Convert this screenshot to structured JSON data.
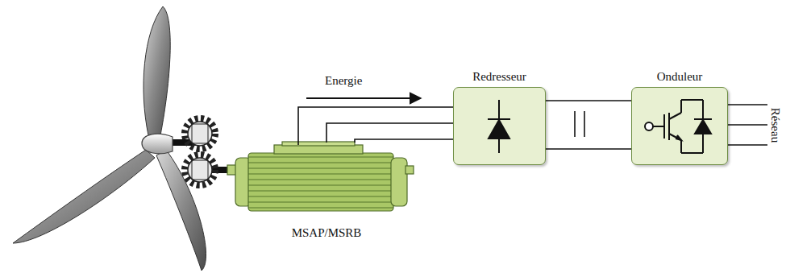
{
  "diagram": {
    "nodes": [
      {
        "text": [
          "MSAP/MSRB"
        ]
      },
      {
        "text": [
          "Redresseur"
        ]
      },
      {
        "text": [
          "Onduleur"
        ]
      }
    ],
    "edges": [
      {
        "from": 0,
        "to": 1,
        "arrow": "none"
      },
      {
        "from": 1,
        "to": 2,
        "arrow": "none"
      }
    ],
    "labels": [
      "Energie",
      "Réseau"
    ]
  }
}
